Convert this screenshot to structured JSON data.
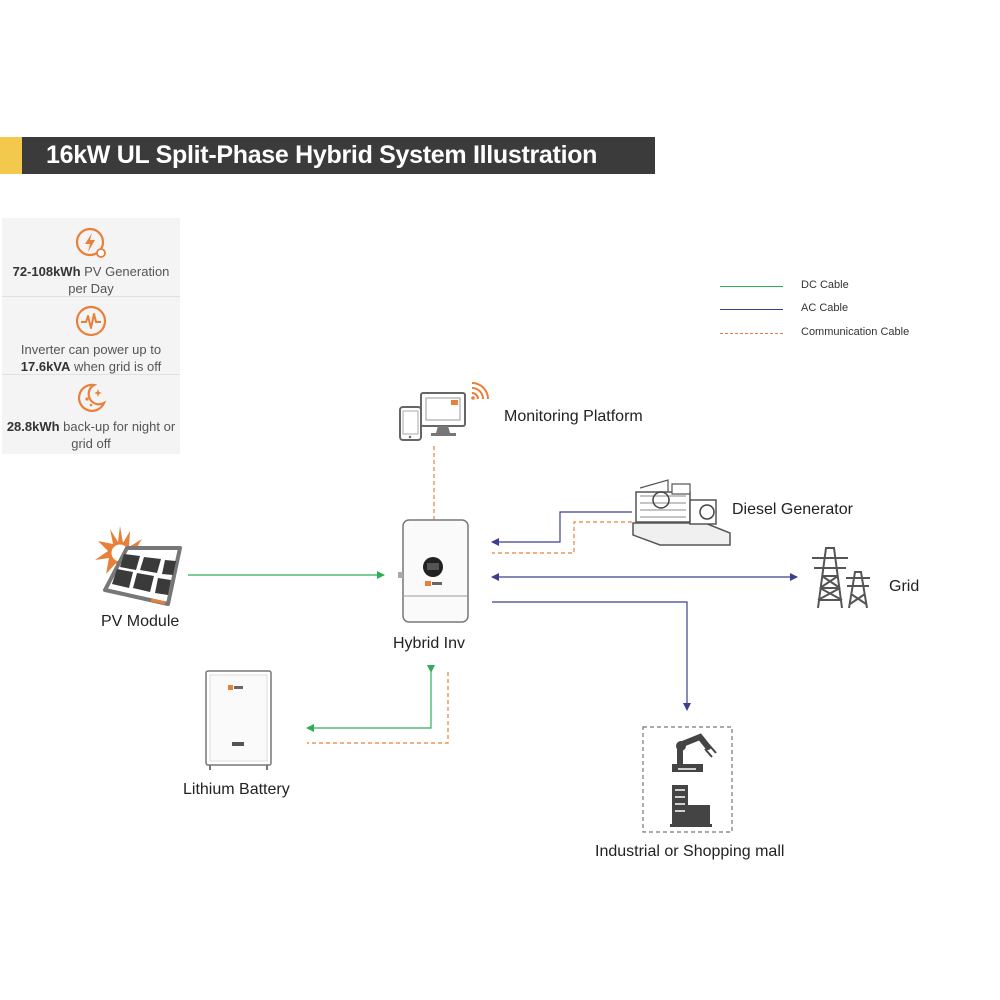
{
  "title": "16kW UL Split-Phase Hybrid System Illustration",
  "features": [
    {
      "icon": "lightning-bolt-icon",
      "bold": "72-108kWh",
      "text": " PV Generation per Day"
    },
    {
      "icon": "power-waveform-icon",
      "text_before": "Inverter can power up to ",
      "bold": "17.6kVA",
      "text_after": " when grid is off"
    },
    {
      "icon": "moon-stars-icon",
      "bold": "28.8kWh",
      "text": " back-up for night or grid off"
    }
  ],
  "legend": [
    {
      "label": "DC Cable",
      "color": "#2fae5a",
      "style": "solid"
    },
    {
      "label": "AC Cable",
      "color": "#3c3f8f",
      "style": "solid"
    },
    {
      "label": "Communication Cable",
      "color": "#e8803a",
      "style": "dashed"
    }
  ],
  "components": {
    "monitoring": "Monitoring Platform",
    "generator": "Diesel Generator",
    "grid": "Grid",
    "pv": "PV Module",
    "inverter": "Hybrid Inv",
    "battery": "Lithium Battery",
    "industrial": "Industrial or Shopping mall"
  },
  "colors": {
    "dc": "#2fae5a",
    "ac": "#3c3f8f",
    "comm": "#e8803a",
    "accent": "#f2c94c",
    "brand": "#e8803a"
  }
}
